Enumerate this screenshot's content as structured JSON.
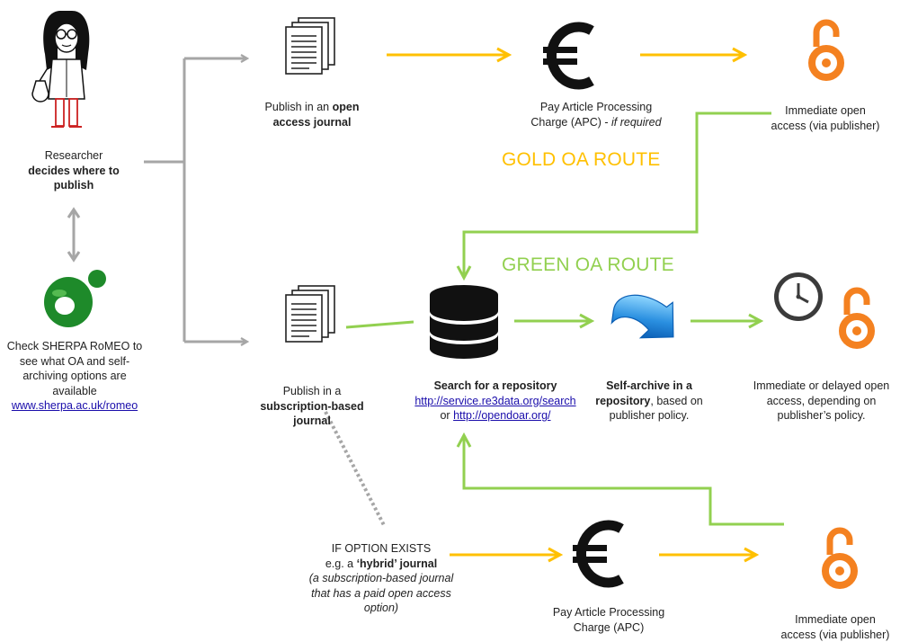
{
  "colors": {
    "gold": "#FFC000",
    "green": "#92D050",
    "grey": "#A6A6A6",
    "oa_orange": "#F48120",
    "dark": "#1a1a1a"
  },
  "researcher": {
    "line1": "Researcher",
    "line2": "decides where to",
    "line3": "publish"
  },
  "sherpa": {
    "line1": "Check SHERPA RoMEO to",
    "line2": "see what OA and self-",
    "line3": "archiving options are",
    "line4": "available",
    "link": "www.sherpa.ac.uk/romeo"
  },
  "open_journal": {
    "pre": "Publish in an ",
    "bold1": "open",
    "bold2": "access journal"
  },
  "apc_gold": {
    "line1": "Pay Article Processing",
    "line2_pre": "Charge (APC) - ",
    "line2_italic": "if required"
  },
  "oa_gold": {
    "line1": "Immediate open",
    "line2": "access (via publisher)"
  },
  "routes": {
    "gold": "GOLD OA ROUTE",
    "green": "GREEN OA ROUTE"
  },
  "subscription_journal": {
    "line1": "Publish in a",
    "bold1": "subscription-based",
    "bold2": "journal"
  },
  "repository": {
    "title": "Search for a repository",
    "link1": "http://service.re3data.org/search",
    "or": "or ",
    "link2": "http://opendoar.org/"
  },
  "self_archive": {
    "bold1": "Self-archive in a",
    "bold2": "repository",
    "rest": ", based on",
    "line3": "publisher policy."
  },
  "oa_delayed": {
    "line1": "Immediate or delayed open",
    "line2": "access, depending on",
    "line3": "publisher’s policy."
  },
  "hybrid": {
    "line1": "IF OPTION EXISTS",
    "line2_pre": "e.g.  a ",
    "line2_bold": "‘hybrid’ journal",
    "line3": "(a subscription-based journal",
    "line4": "that has a paid open access",
    "line5": "option)"
  },
  "apc_hybrid": {
    "line1": "Pay Article Processing",
    "line2": "Charge (APC)"
  },
  "oa_hybrid": {
    "line1": "Immediate open",
    "line2": "access (via publisher)"
  }
}
